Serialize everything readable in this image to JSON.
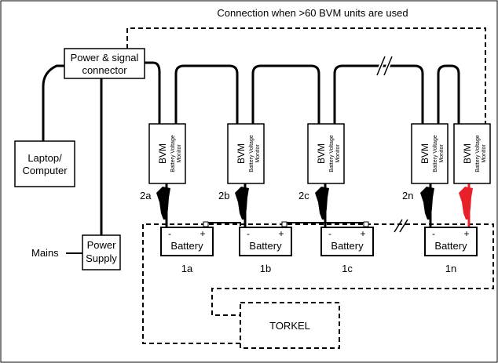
{
  "title": "Connection when >60 BVM units are used",
  "power_signal_connector": [
    "Power & signal",
    "connector"
  ],
  "laptop": [
    "Laptop/",
    "Computer"
  ],
  "power_supply": [
    "Power",
    "Supply"
  ],
  "mains": "Mains",
  "torkel": "TORKEL",
  "bvm": {
    "abbr": "BVM",
    "line1": "Battery Voltage",
    "line2": "Monitor"
  },
  "clamp_labels": [
    "2a",
    "2b",
    "2c",
    "2n"
  ],
  "battery": {
    "label": "Battery",
    "minus": "-",
    "plus": "+"
  },
  "battery_labels": [
    "1a",
    "1b",
    "1c",
    "1n"
  ],
  "colors": {
    "line": "#000000",
    "red_clamp": "#e8202a"
  }
}
